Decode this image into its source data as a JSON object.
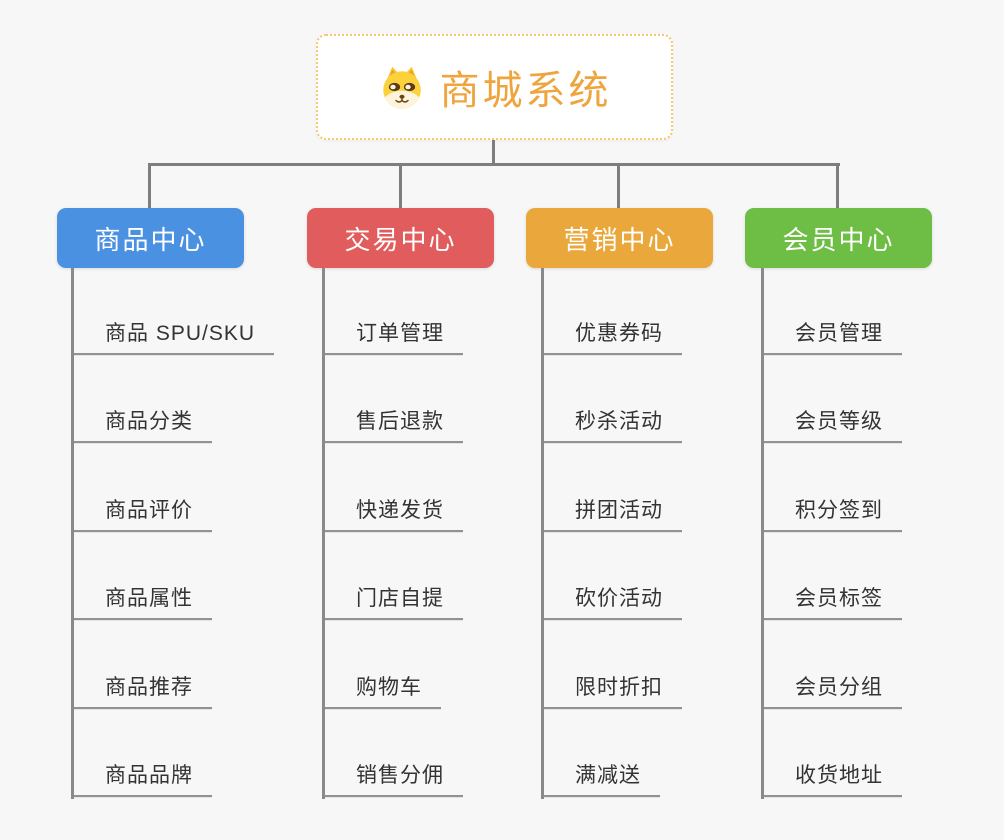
{
  "root": {
    "title": "商城系统",
    "icon": "shiba-dog-icon",
    "title_color": "#efa53d",
    "border_color": "#f6c76f"
  },
  "connector_color": "#7e7e7e",
  "branches": [
    {
      "label": "商品中心",
      "color": "#4b91e2",
      "items": [
        "商品 SPU/SKU",
        "商品分类",
        "商品评价",
        "商品属性",
        "商品推荐",
        "商品品牌"
      ]
    },
    {
      "label": "交易中心",
      "color": "#e15c5c",
      "items": [
        "订单管理",
        "售后退款",
        "快递发货",
        "门店自提",
        "购物车",
        "销售分佣"
      ]
    },
    {
      "label": "营销中心",
      "color": "#eaa83c",
      "items": [
        "优惠券码",
        "秒杀活动",
        "拼团活动",
        "砍价活动",
        "限时折扣",
        "满减送"
      ]
    },
    {
      "label": "会员中心",
      "color": "#6ebd45",
      "items": [
        "会员管理",
        "会员等级",
        "积分签到",
        "会员标签",
        "会员分组",
        "收货地址"
      ]
    }
  ]
}
